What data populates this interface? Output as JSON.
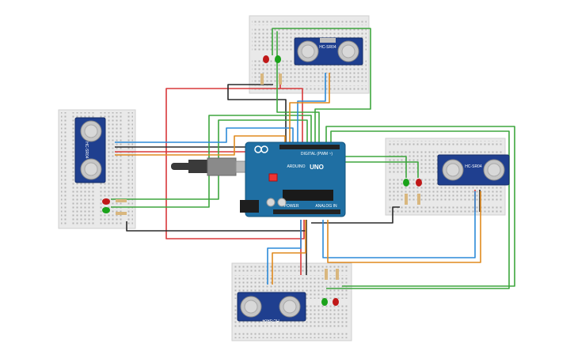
{
  "arduino": {
    "model_label": "UNO",
    "brand_label": "ARDUINO",
    "digital_label": "DIGITAL (PWM ~)",
    "power_label": "POWER",
    "analog_label": "ANALOG IN"
  },
  "sensor_label": "HC-SR04",
  "colors": {
    "wire_red": "#d8383a",
    "wire_black": "#2a2a2a",
    "wire_green": "#3ea63e",
    "wire_orange": "#e08a1e",
    "wire_blue": "#2c8ad8",
    "board": "#1f6fa3",
    "sensor": "#1f3f8f",
    "breadboard": "#e9e9e9",
    "led_red": "#c01818",
    "led_green": "#1aa21a"
  }
}
